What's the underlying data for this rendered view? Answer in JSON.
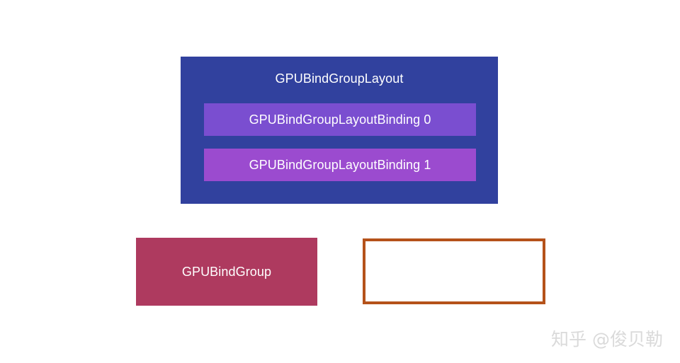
{
  "diagram": {
    "background_color": "#ffffff",
    "layout_container": {
      "title": "GPUBindGroupLayout",
      "fill_color": "#31419E",
      "text_color": "#ffffff",
      "bindings": [
        {
          "label": "GPUBindGroupLayoutBinding 0",
          "fill_color": "#7A4ED0"
        },
        {
          "label": "GPUBindGroupLayoutBinding 1",
          "fill_color": "#9B4BCF"
        }
      ]
    },
    "bind_group": {
      "label": "GPUBindGroup",
      "fill_color": "#AE3A5F",
      "text_color": "#ffffff"
    },
    "empty_box": {
      "label": "",
      "border_color": "#B5521A",
      "fill_color": "#ffffff"
    }
  },
  "watermark": {
    "text": "知乎 @俊贝勒",
    "color": "#DADADA"
  }
}
